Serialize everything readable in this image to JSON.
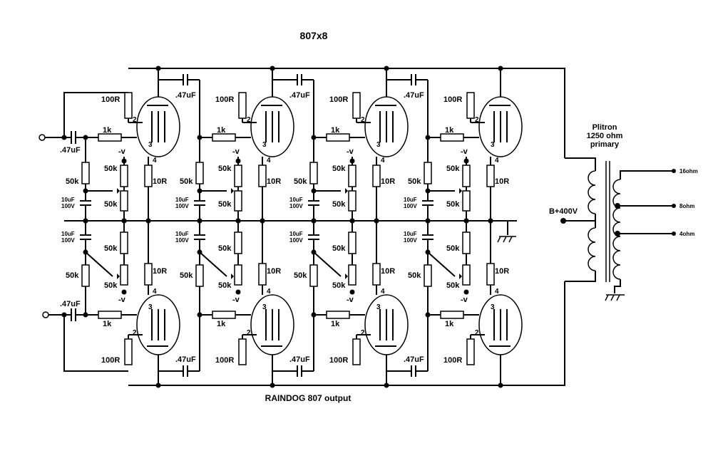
{
  "title": "807x8",
  "caption": "RAINDOG 807 output",
  "transformer": {
    "label_lines": [
      "Plitron",
      "1250 ohm",
      "primary"
    ],
    "taps": [
      "16ohm",
      "8ohm",
      "4ohm"
    ]
  },
  "supply_label": "B+400V",
  "components": {
    "grid_stopper": "1k",
    "screen_resistor": "100R",
    "cathode_resistor": "10R",
    "bias_resistor": "50k",
    "bias_pot": "50k",
    "coupling_cap": ".47uF",
    "bias_cap": [
      "10uF",
      "100V"
    ],
    "neg_supply": "-v"
  },
  "tube_pins": {
    "screen": "2",
    "grid": "3",
    "cathode": "4"
  },
  "tube_count": 8
}
